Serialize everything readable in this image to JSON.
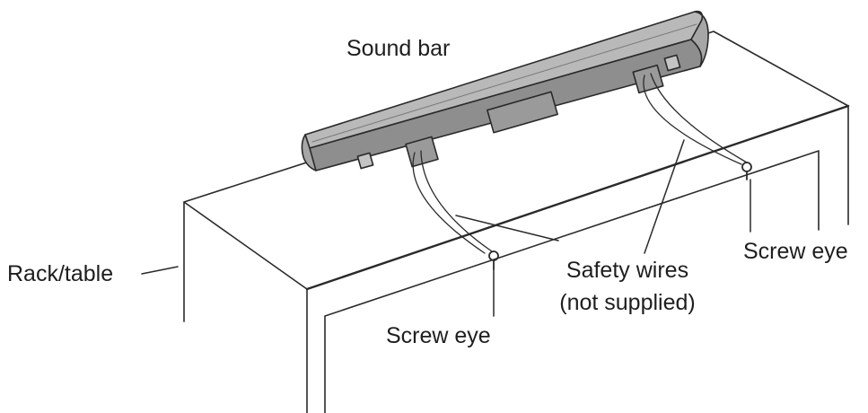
{
  "labels": {
    "sound_bar": "Sound bar",
    "rack_table": "Rack/table",
    "safety_wires_line1": "Safety wires",
    "safety_wires_line2": "(not supplied)",
    "screw_eye_left": "Screw eye",
    "screw_eye_right": "Screw eye"
  },
  "colors": {
    "line": "#2a2a2a",
    "bar_top": "#b9b9b9",
    "bar_front": "#8e8e8e",
    "bar_end": "#a6a6a6",
    "label": "#1e1e1e"
  }
}
